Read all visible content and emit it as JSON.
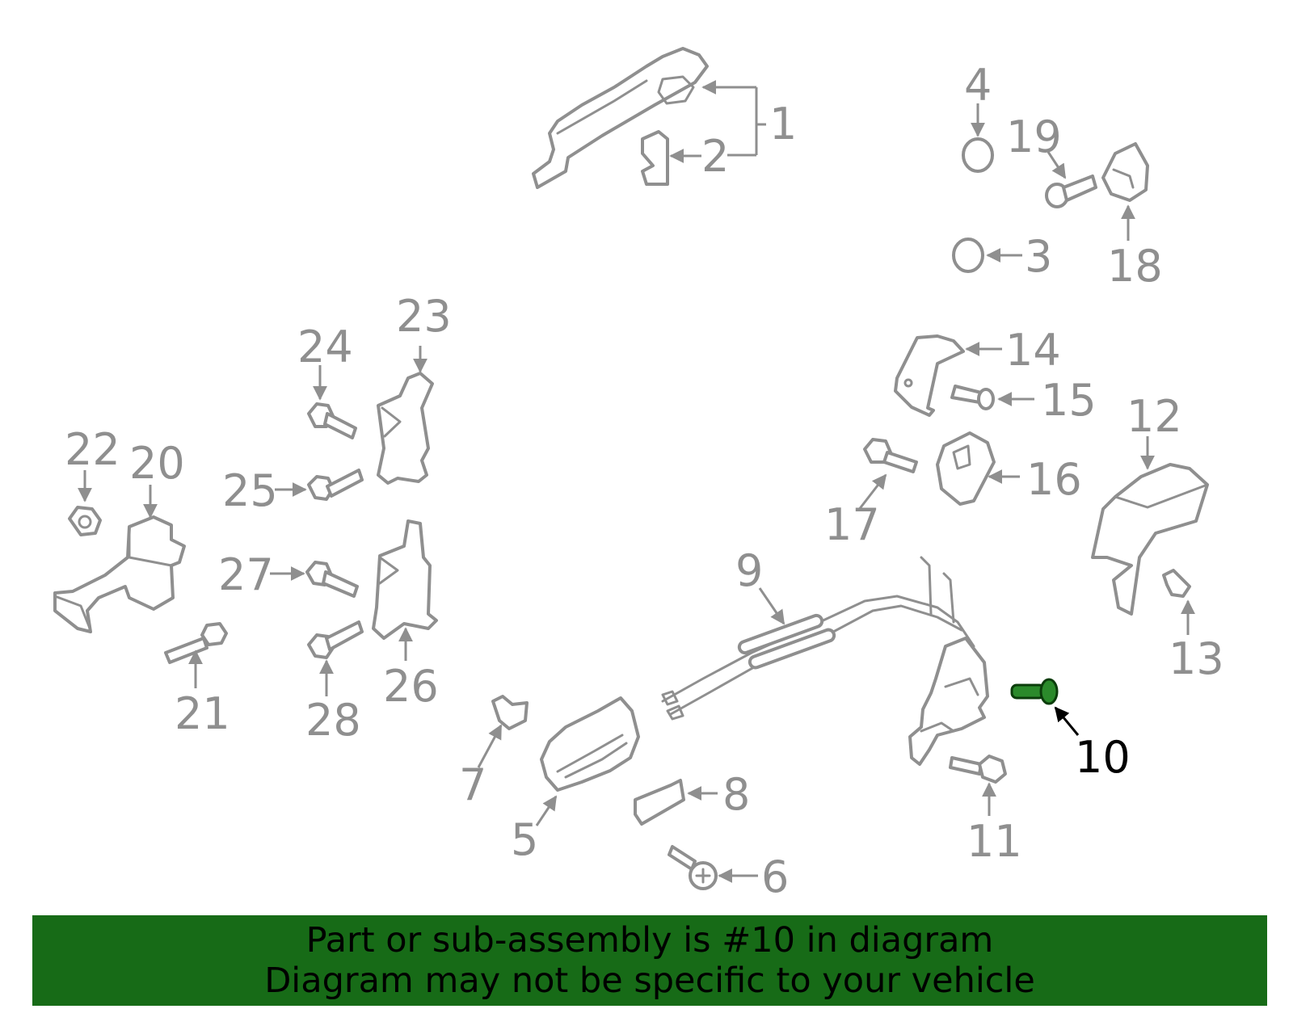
{
  "colors": {
    "part_stroke": "#8f8f8f",
    "highlight_fill": "#2b8a2b",
    "banner_bg": "#176b17"
  },
  "callouts": {
    "c1": "1",
    "c2": "2",
    "c3": "3",
    "c4": "4",
    "c5": "5",
    "c6": "6",
    "c7": "7",
    "c8": "8",
    "c9": "9",
    "c10": "10",
    "c11": "11",
    "c12": "12",
    "c13": "13",
    "c14": "14",
    "c15": "15",
    "c16": "16",
    "c17": "17",
    "c18": "18",
    "c19": "19",
    "c20": "20",
    "c21": "21",
    "c22": "22",
    "c23": "23",
    "c24": "24",
    "c25": "25",
    "c26": "26",
    "c27": "27",
    "c28": "28"
  },
  "highlighted_part": "10",
  "banner": {
    "line1": "Part or sub-assembly is #10 in diagram",
    "line2": "Diagram may not be specific to your vehicle"
  }
}
